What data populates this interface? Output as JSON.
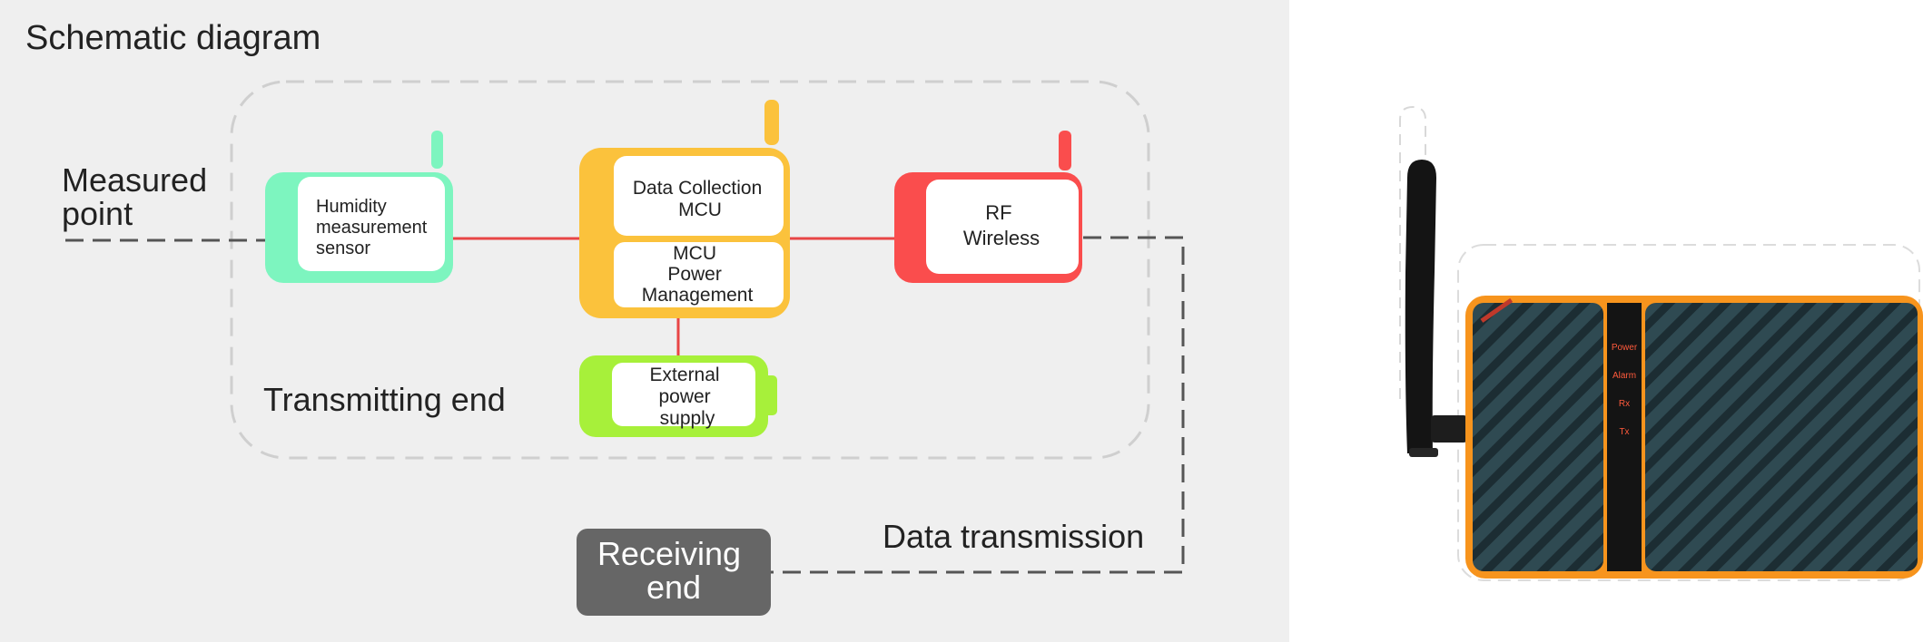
{
  "title": "Schematic diagram",
  "measured_point": [
    "Measured",
    "point"
  ],
  "humidity_sensor": [
    "Humidity",
    "measurement",
    "sensor"
  ],
  "data_collection": [
    "Data Collection",
    "MCU"
  ],
  "power_management": [
    "MCU",
    "Power",
    "Management"
  ],
  "rf_wireless": [
    "RF",
    "Wireless"
  ],
  "external_power": [
    "External",
    "power",
    "supply"
  ],
  "transmitting_end": "Transmitting end",
  "data_transmission": "Data transmission",
  "receiving_end": [
    "Receiving",
    "end"
  ],
  "device_indicators": [
    "Power",
    "Alarm",
    "Rx",
    "Tx"
  ],
  "colors": {
    "panel_bg": "#efefef",
    "sensor_green": "#7df5bf",
    "mcu_yellow": "#fbc23c",
    "rf_red": "#fa4d4d",
    "power_green": "#a7f03a",
    "receiver_gray": "#666666",
    "signal_line": "#e84545",
    "device_orange": "#f7941d",
    "device_dark": "#2f4a52"
  }
}
